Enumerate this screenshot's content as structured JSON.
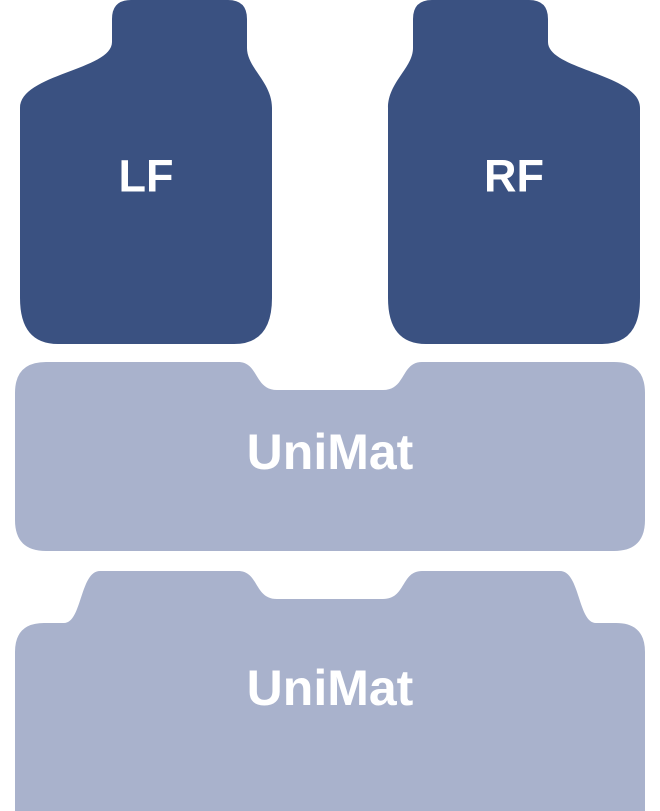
{
  "diagram": {
    "description": "car-floor-mat-set-diagram",
    "mats": {
      "front_left": {
        "label": "LF"
      },
      "front_right": {
        "label": "RF"
      },
      "middle": {
        "label": "UniMat"
      },
      "rear": {
        "label": "UniMat"
      }
    }
  },
  "colors": {
    "front_mat": "#3A5181",
    "uni_mat": "#A9B2CC",
    "label_text": "#FFFFFF",
    "background": "#FFFFFF"
  }
}
